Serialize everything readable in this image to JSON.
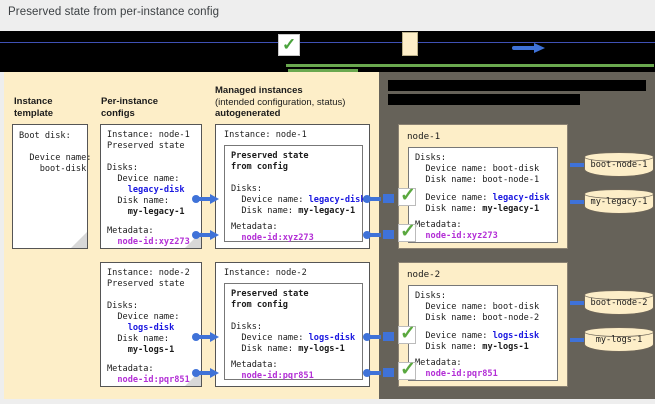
{
  "page": {
    "title": "Preserved state from per-instance config",
    "accent_blue": "#3f72d8",
    "accent_green": "#5aa83f",
    "panel_cream": "#fdeec8",
    "panel_dark": "#666259",
    "value_blue": "#1a17e0",
    "value_purple": "#b32fd6"
  },
  "legend": {
    "items": [
      {
        "icon": "green-check-icon",
        "label": ""
      },
      {
        "icon": "cream-swatch-icon",
        "label": ""
      },
      {
        "icon": "blue-arrow-icon",
        "label": ""
      }
    ]
  },
  "columns": {
    "instance_template": {
      "line1": "Instance",
      "line2": "template"
    },
    "per_instance_configs": {
      "line1": "Per-instance",
      "line2": "configs"
    },
    "managed_instances": {
      "line1": "Managed instances",
      "line2": "(intended configuration, status)",
      "line3": "autogenerated"
    }
  },
  "instance_template_box": {
    "line1": "Boot disk:",
    "line2": "",
    "line3": "  Device name:",
    "line4": "    boot-disk"
  },
  "per_instance_configs": [
    {
      "instance_line": "Instance: node-1",
      "preserved_line": "Preserved state",
      "disks_label": "Disks:",
      "device_name_label": "  Device name:",
      "device_name_value": "    legacy-disk",
      "disk_name_label": "  Disk name:",
      "disk_name_value": "    my-legacy-1",
      "metadata_label": "Metadata:",
      "metadata_value": "  node-id:xyz273"
    },
    {
      "instance_line": "Instance: node-2",
      "preserved_line": "Preserved state",
      "disks_label": "Disks:",
      "device_name_label": "  Device name:",
      "device_name_value": "    logs-disk",
      "disk_name_label": "  Disk name:",
      "disk_name_value": "    my-logs-1",
      "metadata_label": "Metadata:",
      "metadata_value": "  node-id:pqr851"
    }
  ],
  "managed_instances": [
    {
      "instance_line": "Instance: node-1",
      "preserved_l1": "Preserved state",
      "preserved_l2": "from config",
      "disks_label": "Disks:",
      "device_name_label": "  Device name: ",
      "device_name_value": "legacy-disk",
      "disk_name_label": "  Disk name: ",
      "disk_name_value": "my-legacy-1",
      "metadata_label": "Metadata:",
      "metadata_value": "  node-id:xyz273"
    },
    {
      "instance_line": "Instance: node-2",
      "preserved_l1": "Preserved state",
      "preserved_l2": "from config",
      "disks_label": "Disks:",
      "device_name_label": "  Device name: ",
      "device_name_value": "logs-disk",
      "disk_name_label": "  Disk name: ",
      "disk_name_value": "my-logs-1",
      "metadata_label": "Metadata:",
      "metadata_value": "  node-id:pqr851"
    }
  ],
  "nodes": [
    {
      "name": "node-1",
      "disks_label": "Disks:",
      "boot_device_line": "  Device name: boot-disk",
      "boot_disk_line": "  Disk name: boot-node-1",
      "device_name_label": "  Device name: ",
      "device_name_value": "legacy-disk",
      "disk_name_label": "  Disk name: ",
      "disk_name_value": "my-legacy-1",
      "metadata_label": "Metadata:",
      "metadata_value": "  node-id:xyz273",
      "disks": [
        "boot-node-1",
        "my-legacy-1"
      ]
    },
    {
      "name": "node-2",
      "disks_label": "Disks:",
      "boot_device_line": "  Device name: boot-disk",
      "boot_disk_line": "  Disk name: boot-node-2",
      "device_name_label": "  Device name: ",
      "device_name_value": "logs-disk",
      "disk_name_label": "  Disk name: ",
      "disk_name_value": "my-logs-1",
      "metadata_label": "Metadata:",
      "metadata_value": "  node-id:pqr851",
      "disks": [
        "boot-node-2",
        "my-logs-1"
      ]
    }
  ]
}
